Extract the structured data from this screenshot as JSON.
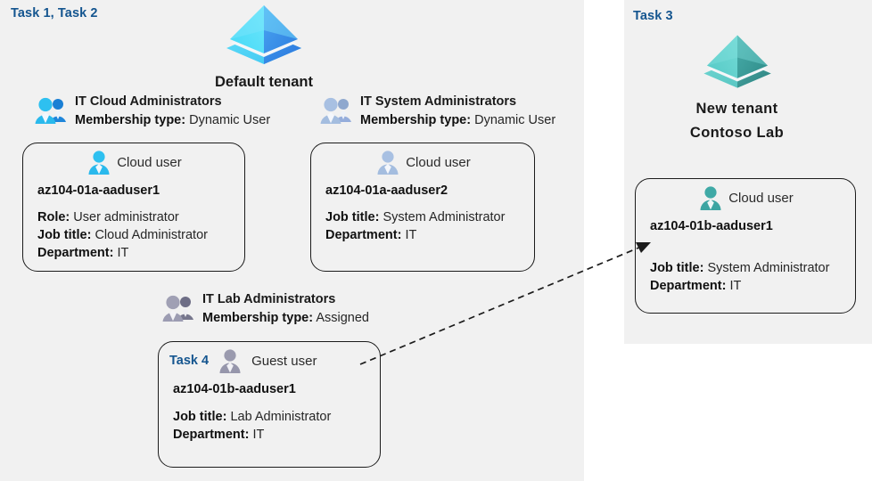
{
  "colors": {
    "panel_background": "#f1f1f1",
    "task_label": "#14558f",
    "text_primary": "#1a1a1a",
    "text_secondary": "#262626",
    "card_border": "#1c1c1c",
    "tenant_blue_light": "#50d4f5",
    "tenant_blue_dark": "#3d8ced",
    "tenant_teal_light": "#5fd0cc",
    "tenant_teal_dark": "#3f9e9b",
    "user_blue": "#29bdee",
    "user_steel": "#9db4d8",
    "user_teal": "#3fa9a6",
    "user_gray": "#9a9aae"
  },
  "left_panel": {
    "task_label": "Task 1, Task 2",
    "tenant": {
      "icon": "azure-tenant-pyramid-icon",
      "title": "Default tenant"
    },
    "groups": [
      {
        "id": "cloud-admins",
        "icon": "group-users-icon",
        "name": "IT Cloud Administrators",
        "meta_label": "Membership type:",
        "meta_value": "Dynamic User"
      },
      {
        "id": "system-admins",
        "icon": "group-users-icon",
        "name": "IT System Administrators",
        "meta_label": "Membership type:",
        "meta_value": "Dynamic User"
      },
      {
        "id": "lab-admins",
        "icon": "group-users-icon",
        "name": "IT Lab Administrators",
        "meta_label": "Membership type:",
        "meta_value": "Assigned"
      }
    ],
    "cards": [
      {
        "id": "aaduser1",
        "icon": "cloud-user-icon",
        "user_type": "Cloud user",
        "username": "az104-01a-aaduser1",
        "props": [
          {
            "label": "Role:",
            "value": "User administrator"
          },
          {
            "label": "Job title:",
            "value": "Cloud Administrator"
          },
          {
            "label": "Department:",
            "value": "IT"
          }
        ]
      },
      {
        "id": "aaduser2",
        "icon": "cloud-user-icon",
        "user_type": "Cloud user",
        "username": "az104-01a-aaduser2",
        "props": [
          {
            "label": "Job title:",
            "value": "System Administrator"
          },
          {
            "label": "Department:",
            "value": "IT"
          }
        ]
      },
      {
        "id": "guestuser",
        "task_label": "Task 4",
        "icon": "guest-user-icon",
        "user_type": "Guest user",
        "username": "az104-01b-aaduser1",
        "props": [
          {
            "label": "Job title:",
            "value": "Lab Administrator"
          },
          {
            "label": "Department:",
            "value": "IT"
          }
        ]
      }
    ]
  },
  "right_panel": {
    "task_label": "Task 3",
    "tenant": {
      "icon": "azure-tenant-pyramid-icon",
      "title_line1": "New  tenant",
      "title_line2": "Contoso Lab"
    },
    "card": {
      "id": "b-aaduser1",
      "icon": "cloud-user-icon",
      "user_type": "Cloud user",
      "username": "az104-01b-aaduser1",
      "props": [
        {
          "label": "Job title:",
          "value": "System Administrator"
        },
        {
          "label": "Department:",
          "value": "IT"
        }
      ]
    }
  },
  "connector": {
    "name": "guest-user-to-new-tenant-arrow",
    "style": "dashed",
    "from": "guest-user-card",
    "to": "new-tenant-cloud-user-card"
  }
}
